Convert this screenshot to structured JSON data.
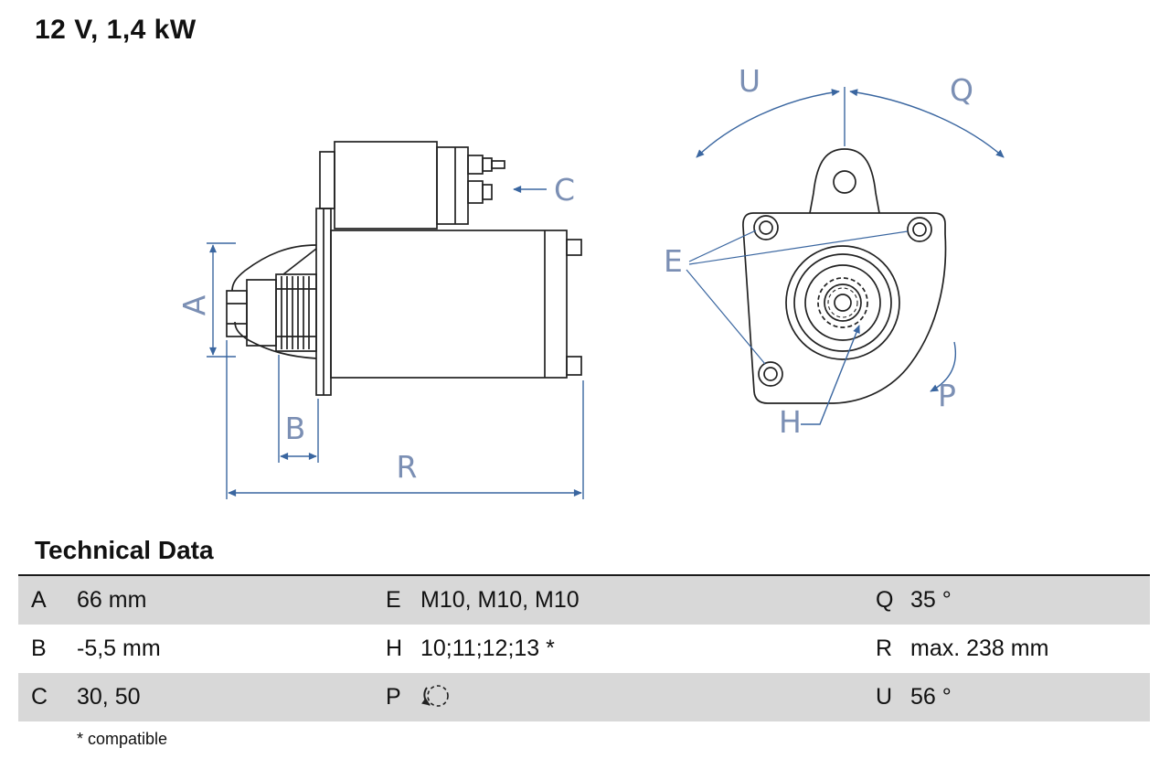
{
  "title": "12 V, 1,4 kW",
  "diagram": {
    "labels": {
      "A": "A",
      "B": "B",
      "C": "C",
      "E": "E",
      "H": "H",
      "P": "P",
      "Q": "Q",
      "R": "R",
      "U": "U"
    }
  },
  "table": {
    "heading": "Technical Data",
    "footnote": "* compatible",
    "rows": [
      {
        "k1": "A",
        "v1": "66 mm",
        "k2": "E",
        "v2": "M10, M10, M10",
        "k3": "Q",
        "v3": "35 °"
      },
      {
        "k1": "B",
        "v1": "-5,5 mm",
        "k2": "H",
        "v2": "10;11;12;13 *",
        "k3": "R",
        "v3": "max. 238 mm"
      },
      {
        "k1": "C",
        "v1": "30, 50",
        "k2": "P",
        "v2": "",
        "k3": "U",
        "v3": "56 °"
      }
    ],
    "icons": {
      "p_value": "rotation-direction"
    }
  },
  "colors": {
    "drawing_line": "#222222",
    "dimension_line": "#3a66a0",
    "dimension_label": "#7b8fb4",
    "row_shade": "#d8d8d8"
  }
}
